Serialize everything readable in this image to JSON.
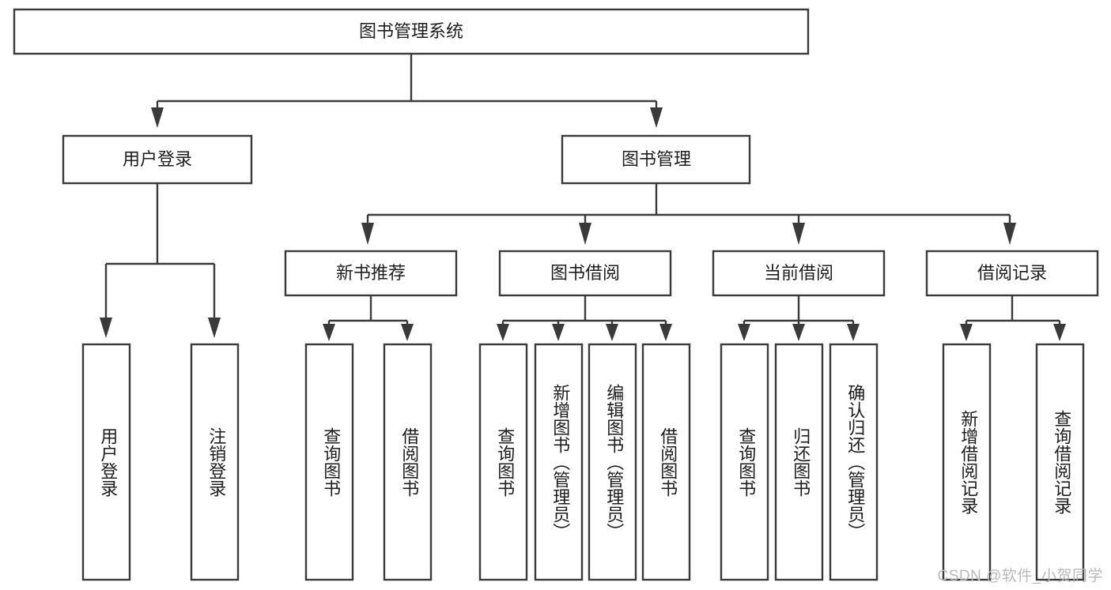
{
  "diagram": {
    "title": "图书管理系统",
    "type": "tree-hierarchy",
    "watermark": "CSDN @软件_小贺同学",
    "colors": {
      "box_stroke": "#3a3a3a",
      "box_fill": "#ffffff",
      "text": "#1d1d1d",
      "watermark": "#b9b9b9",
      "background": "#ffffff"
    },
    "root": {
      "label": "图书管理系统"
    },
    "level1": [
      {
        "label": "用户登录"
      },
      {
        "label": "图书管理"
      }
    ],
    "level2": [
      {
        "label": "新书推荐"
      },
      {
        "label": "图书借阅"
      },
      {
        "label": "当前借阅"
      },
      {
        "label": "借阅记录"
      }
    ],
    "leaves": {
      "user_login": [
        {
          "label": "用户登录"
        },
        {
          "label": "注销登录"
        }
      ],
      "new_book_recommend": [
        {
          "label": "查询图书"
        },
        {
          "label": "借阅图书"
        }
      ],
      "book_borrow": [
        {
          "label": "查询图书"
        },
        {
          "label": "新增图书（管理员）"
        },
        {
          "label": "编辑图书（管理员）"
        },
        {
          "label": "借阅图书"
        }
      ],
      "current_borrow": [
        {
          "label": "查询图书"
        },
        {
          "label": "归还图书"
        },
        {
          "label": "确认归还（管理员）"
        }
      ],
      "borrow_record": [
        {
          "label": "新增借阅记录"
        },
        {
          "label": "查询借阅记录"
        }
      ]
    }
  }
}
